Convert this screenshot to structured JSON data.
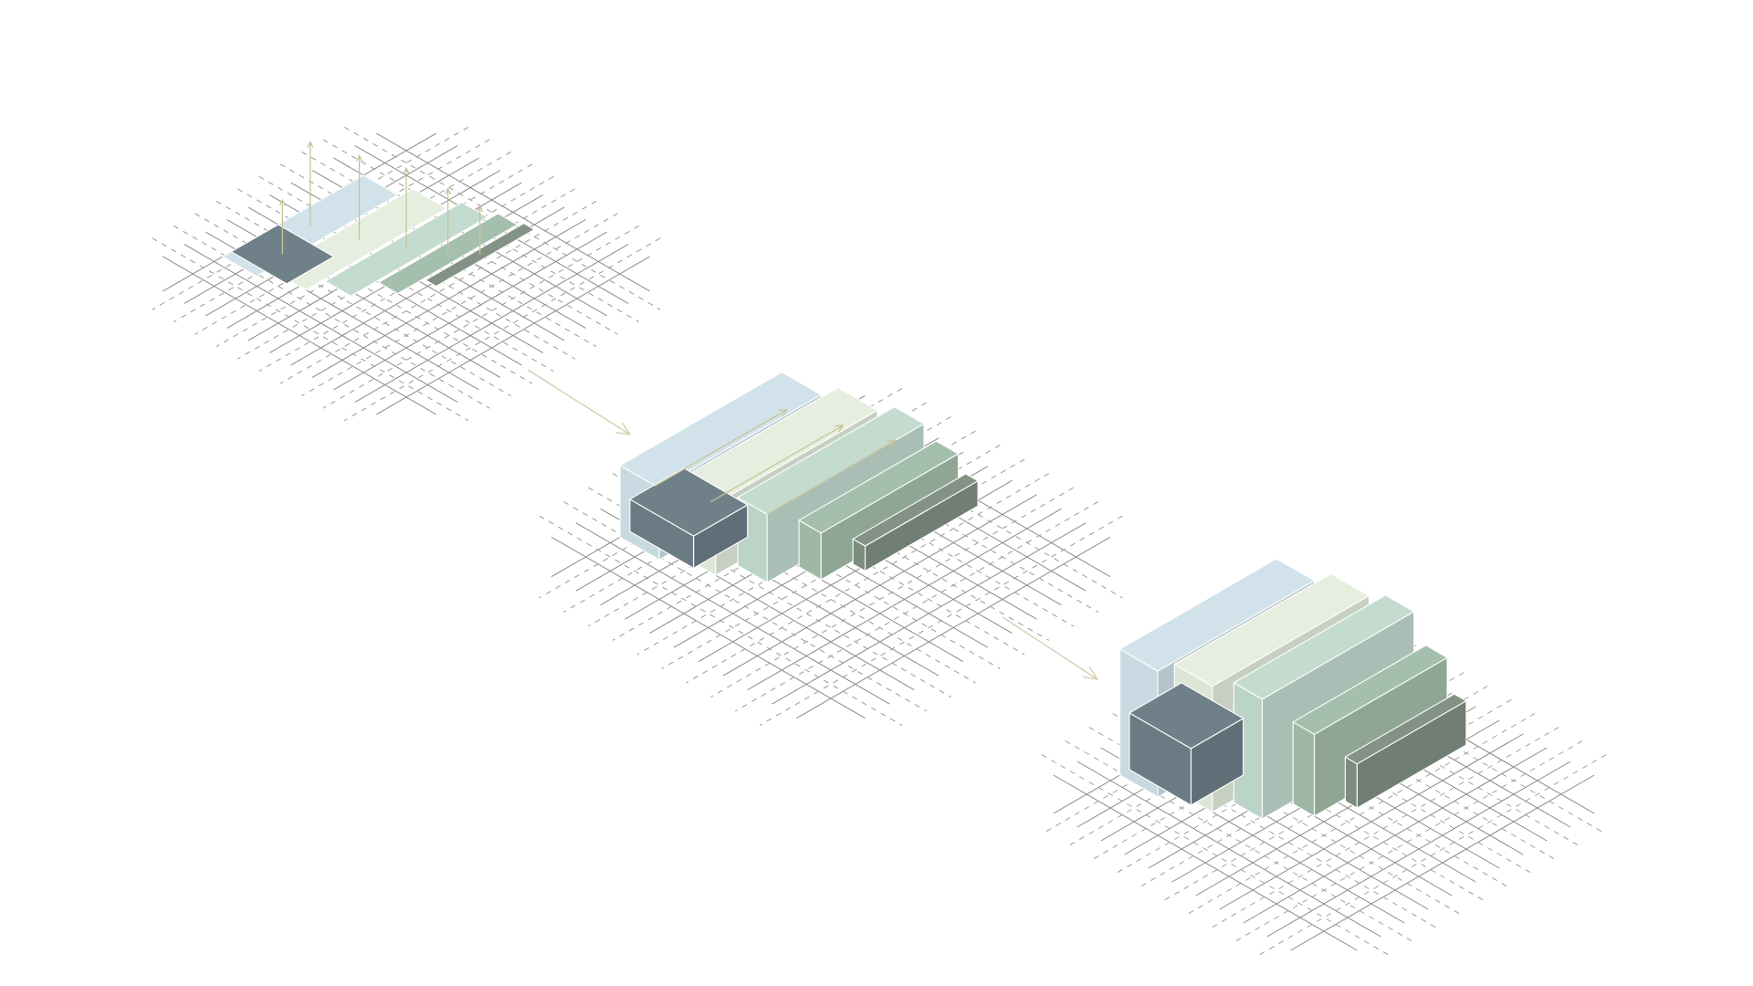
{
  "palette": {
    "slate": "#6b7b84",
    "blue_grey": "#c9d9e1",
    "pale_green": "#dde6d6",
    "mint": "#bcd3c8",
    "sage": "#9fb8a6",
    "dark_sage": "#7e8c80",
    "grid": "#8a8a8a",
    "arrow": "#d6cfb2"
  },
  "stages": [
    {
      "id": "footprints",
      "state": "flat plates with vertical extrusion guides"
    },
    {
      "id": "extrusion",
      "state": "partially extruded volumes with setback guides"
    },
    {
      "id": "massing",
      "state": "final extruded massing"
    }
  ],
  "blocks": [
    {
      "id": "small-dark-block",
      "color": "slate",
      "height": 0.45
    },
    {
      "id": "blue-grey-slab",
      "color": "blue_grey",
      "height": 1.0
    },
    {
      "id": "pale-green-slab",
      "color": "pale_green",
      "height": 1.0
    },
    {
      "id": "mint-slab",
      "color": "mint",
      "height": 0.95
    },
    {
      "id": "sage-slab",
      "color": "sage",
      "height": 0.65
    },
    {
      "id": "dark-sage-slab",
      "color": "dark_sage",
      "height": 0.35
    }
  ],
  "transitions": [
    {
      "from": "footprints",
      "to": "extrusion",
      "icon": "arrow-right-down-icon"
    },
    {
      "from": "extrusion",
      "to": "massing",
      "icon": "arrow-right-down-icon"
    }
  ]
}
